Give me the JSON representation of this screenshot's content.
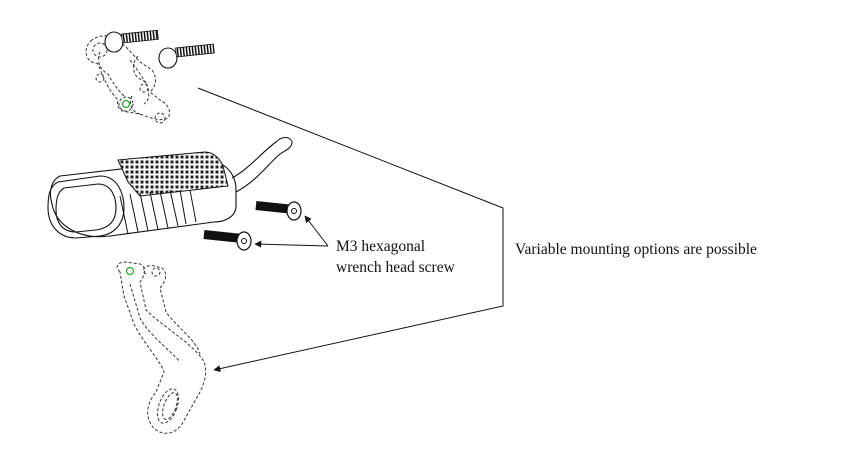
{
  "callouts": {
    "screw_line1": "M3 hexagonal",
    "screw_line2": "wrench head screw",
    "mounting": "Variable mounting options are possible"
  },
  "colors": {
    "line": "#111111",
    "highlight": "#22aa22",
    "background": "#ffffff"
  },
  "components": [
    "handlebar-mount-bracket-icon",
    "bike-light-body-icon",
    "m3-screw-icon",
    "fork-mount-bracket-icon"
  ]
}
